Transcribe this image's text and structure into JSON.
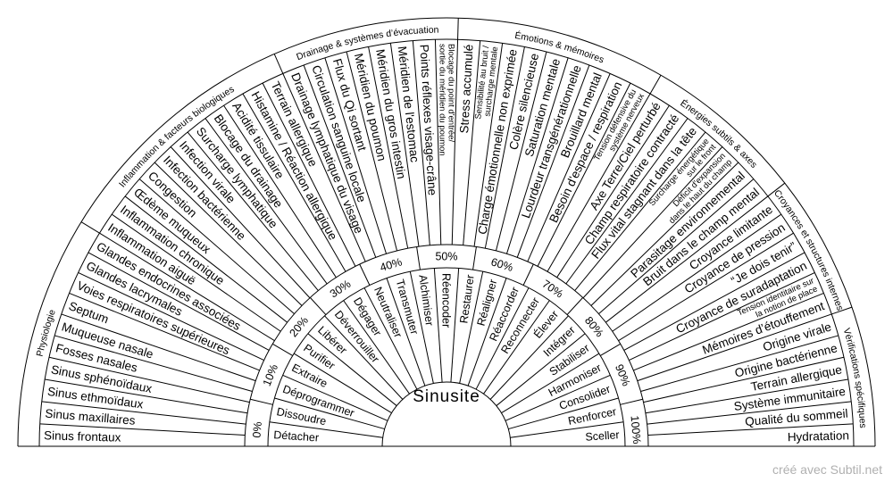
{
  "center_label": "Sinusite",
  "watermark": "créé avec Subtil.net",
  "categories": [
    {
      "label": "Physiologie",
      "count": 10
    },
    {
      "label": "Inflammation & facteurs biologiques",
      "count": 11
    },
    {
      "label": "Drainage & systèmes d’évacuation",
      "count": 8
    },
    {
      "label": "Émotions & mémoires",
      "count": 9
    },
    {
      "label": "Énergies subtils & axes",
      "count": 7
    },
    {
      "label": "Croyances et structures internes",
      "count": 6
    },
    {
      "label": "Vérifications spécifiques",
      "count": 6
    }
  ],
  "outer_items": [
    {
      "lines": [
        "Sinus frontaux"
      ]
    },
    {
      "lines": [
        "Sinus maxillaires"
      ]
    },
    {
      "lines": [
        "Sinus ethmoïdaux"
      ]
    },
    {
      "lines": [
        "Sinus sphénoïdaux"
      ]
    },
    {
      "lines": [
        "Fosses nasales"
      ]
    },
    {
      "lines": [
        "Muqueuse nasale"
      ]
    },
    {
      "lines": [
        "Septum"
      ]
    },
    {
      "lines": [
        "Voies respiratoires supérieures"
      ]
    },
    {
      "lines": [
        "Glandes lacrymales"
      ]
    },
    {
      "lines": [
        "Glandes endocrines associées"
      ]
    },
    {
      "lines": [
        "Inflammation aiguë"
      ]
    },
    {
      "lines": [
        "Inflammation chronique"
      ]
    },
    {
      "lines": [
        "Œdème muqueux"
      ]
    },
    {
      "lines": [
        "Congestion"
      ]
    },
    {
      "lines": [
        "Infection bactérienne"
      ]
    },
    {
      "lines": [
        "Infection virale"
      ]
    },
    {
      "lines": [
        "Surcharge lymphatique"
      ]
    },
    {
      "lines": [
        "Blocage du drainage"
      ]
    },
    {
      "lines": [
        "Acidité tissulaire"
      ]
    },
    {
      "lines": [
        "Histamine / Réaction allergique"
      ]
    },
    {
      "lines": [
        "Terrain allergique"
      ]
    },
    {
      "lines": [
        "Drainage lymphatique du visage"
      ]
    },
    {
      "lines": [
        "Circulation sanguine locale"
      ]
    },
    {
      "lines": [
        "Flux du Qi sortant"
      ]
    },
    {
      "lines": [
        "Méridien du poumon"
      ]
    },
    {
      "lines": [
        "Méridien du gros intestin"
      ]
    },
    {
      "lines": [
        "Méridien de l'estomac"
      ]
    },
    {
      "lines": [
        "Points réflexes visage-crâne"
      ]
    },
    {
      "lines": [
        "Blocage du point d'entrée/",
        "sortie du méridien du poumon"
      ]
    },
    {
      "lines": [
        "Stress accumulé"
      ]
    },
    {
      "lines": [
        "Sensibilité au bruit /",
        "surcharge mentale"
      ]
    },
    {
      "lines": [
        "Charge émotionnelle non exprimée"
      ]
    },
    {
      "lines": [
        "Colère silencieuse"
      ]
    },
    {
      "lines": [
        "Saturation mentale"
      ]
    },
    {
      "lines": [
        "Lourdeur transgénérationnelle"
      ]
    },
    {
      "lines": [
        "Brouillard mental"
      ]
    },
    {
      "lines": [
        "Besoin d'espace / respiration"
      ]
    },
    {
      "lines": [
        "Tension défensive du",
        "système nerveux"
      ]
    },
    {
      "lines": [
        "Axe Terre/Ciel perturbé"
      ]
    },
    {
      "lines": [
        "Champ respiratoire contracté"
      ]
    },
    {
      "lines": [
        "Flux vital stagnant dans la tête"
      ]
    },
    {
      "lines": [
        "Surcharge énergétique",
        "sur le front"
      ]
    },
    {
      "lines": [
        "Déficit d'expansion",
        "dans le haut du champ"
      ]
    },
    {
      "lines": [
        "Parasitage environnemental"
      ]
    },
    {
      "lines": [
        "Bruit dans le champ mental"
      ]
    },
    {
      "lines": [
        "Croyance limitante"
      ]
    },
    {
      "lines": [
        "Croyance de pression"
      ]
    },
    {
      "lines": [
        "“Je dois tenir”"
      ]
    },
    {
      "lines": [
        "Croyance de suradaptation"
      ]
    },
    {
      "lines": [
        "Tension identitaire sur",
        "la notion de place"
      ]
    },
    {
      "lines": [
        "Mémoires d’étouffement"
      ]
    },
    {
      "lines": [
        "Origine virale"
      ]
    },
    {
      "lines": [
        "Origine bactérienne"
      ]
    },
    {
      "lines": [
        "Terrain allergique"
      ]
    },
    {
      "lines": [
        "Système immunitaire"
      ]
    },
    {
      "lines": [
        "Qualité du sommeil"
      ]
    },
    {
      "lines": [
        "Hydratation"
      ]
    }
  ],
  "percentages": [
    "0%",
    "10%",
    "20%",
    "30%",
    "40%",
    "50%",
    "60%",
    "70%",
    "80%",
    "90%",
    "100%"
  ],
  "inner_items": [
    "Détacher",
    "Dissoudre",
    "Déprogrammer",
    "Extraire",
    "Purifier",
    "Libérer",
    "Déverrouiller",
    "Dégager",
    "Neutraliser",
    "Transmuter",
    "Alchimiser",
    "Réencoder",
    "Restaurer",
    "Réaligner",
    "Réaccorder",
    "Reconnecter",
    "Élever",
    "Intégrer",
    "Stabiliser",
    "Harmoniser",
    "Consolider",
    "Renforcer",
    "Sceller"
  ]
}
